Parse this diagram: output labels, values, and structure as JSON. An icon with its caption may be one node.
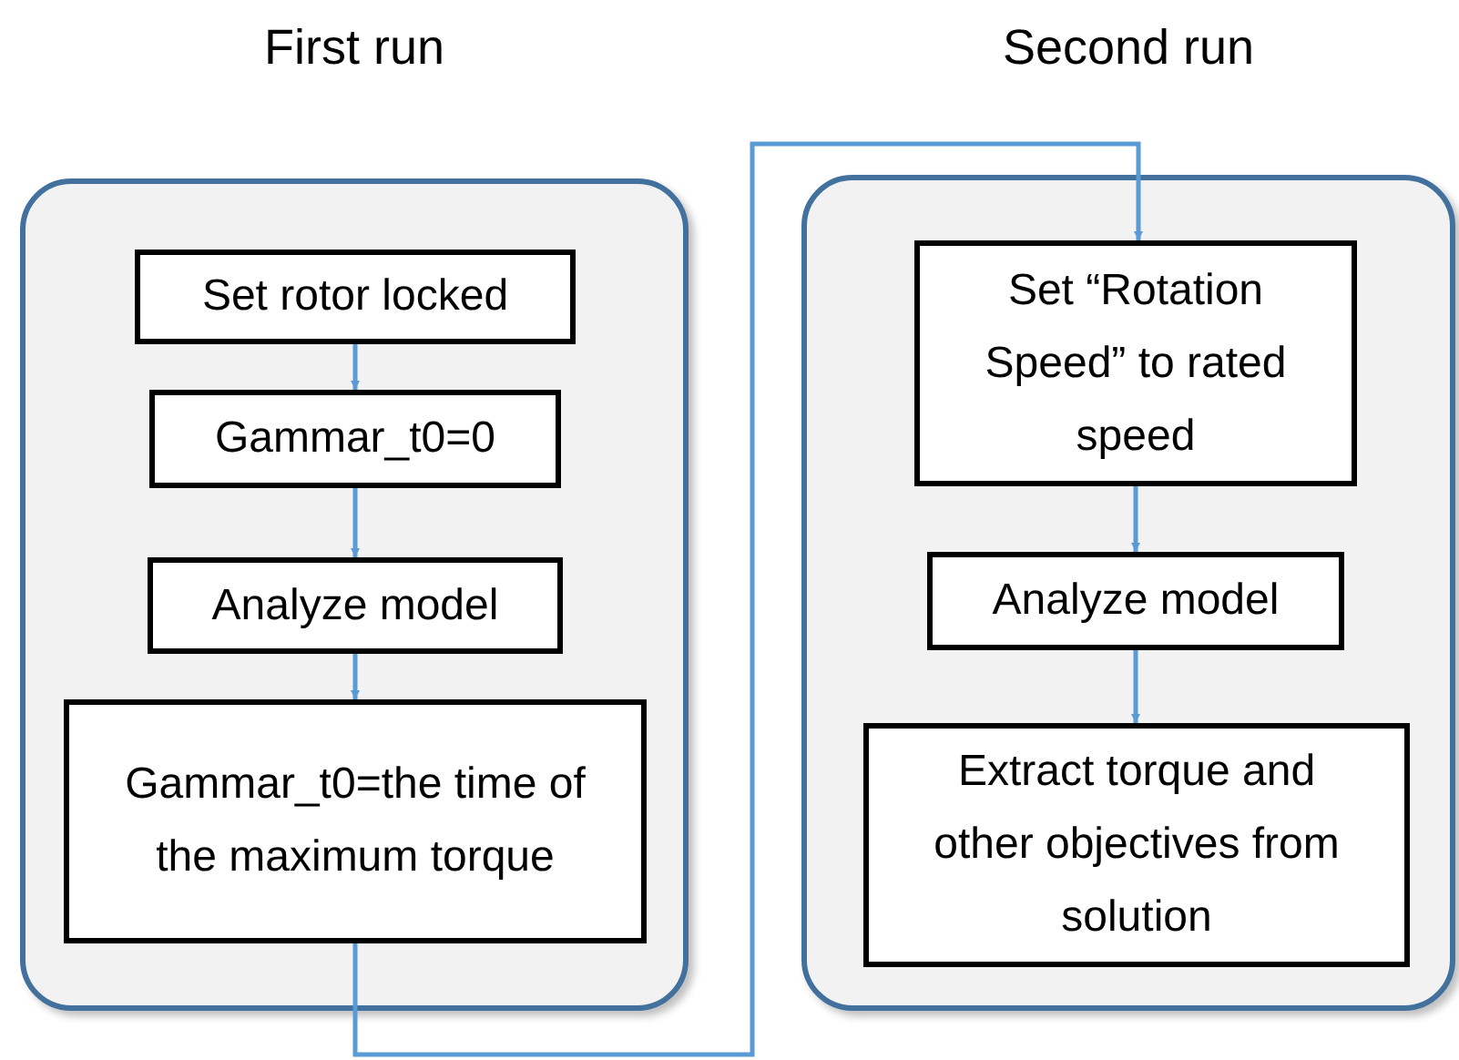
{
  "diagram": {
    "nodes": [
      {
        "text": [
          "First run"
        ]
      },
      {
        "text": [
          "Set rotor locked"
        ],
        "in": 0
      },
      {
        "text": [
          "Gammar_t0=0"
        ],
        "in": 0
      },
      {
        "text": [
          "Analyze model"
        ],
        "in": 0
      },
      {
        "text": [
          "Gammar_t0=the time of the maximum torque"
        ],
        "in": 0
      },
      {
        "text": [
          "Second run"
        ]
      },
      {
        "text": [
          "Set “Rotation Speed” to rated speed"
        ],
        "in": 5
      },
      {
        "text": [
          "Analyze model"
        ],
        "in": 5
      },
      {
        "text": [
          "Extract torque and other objectives from solution"
        ],
        "in": 5
      }
    ],
    "edges": [
      {
        "from": 1,
        "to": 2,
        "arrow": "to"
      },
      {
        "from": 2,
        "to": 3,
        "arrow": "to"
      },
      {
        "from": 3,
        "to": 4,
        "arrow": "to"
      },
      {
        "from": 4,
        "to": 6,
        "arrow": "to"
      },
      {
        "from": 6,
        "to": 7,
        "arrow": "to"
      },
      {
        "from": 7,
        "to": 8,
        "arrow": "to"
      }
    ]
  }
}
